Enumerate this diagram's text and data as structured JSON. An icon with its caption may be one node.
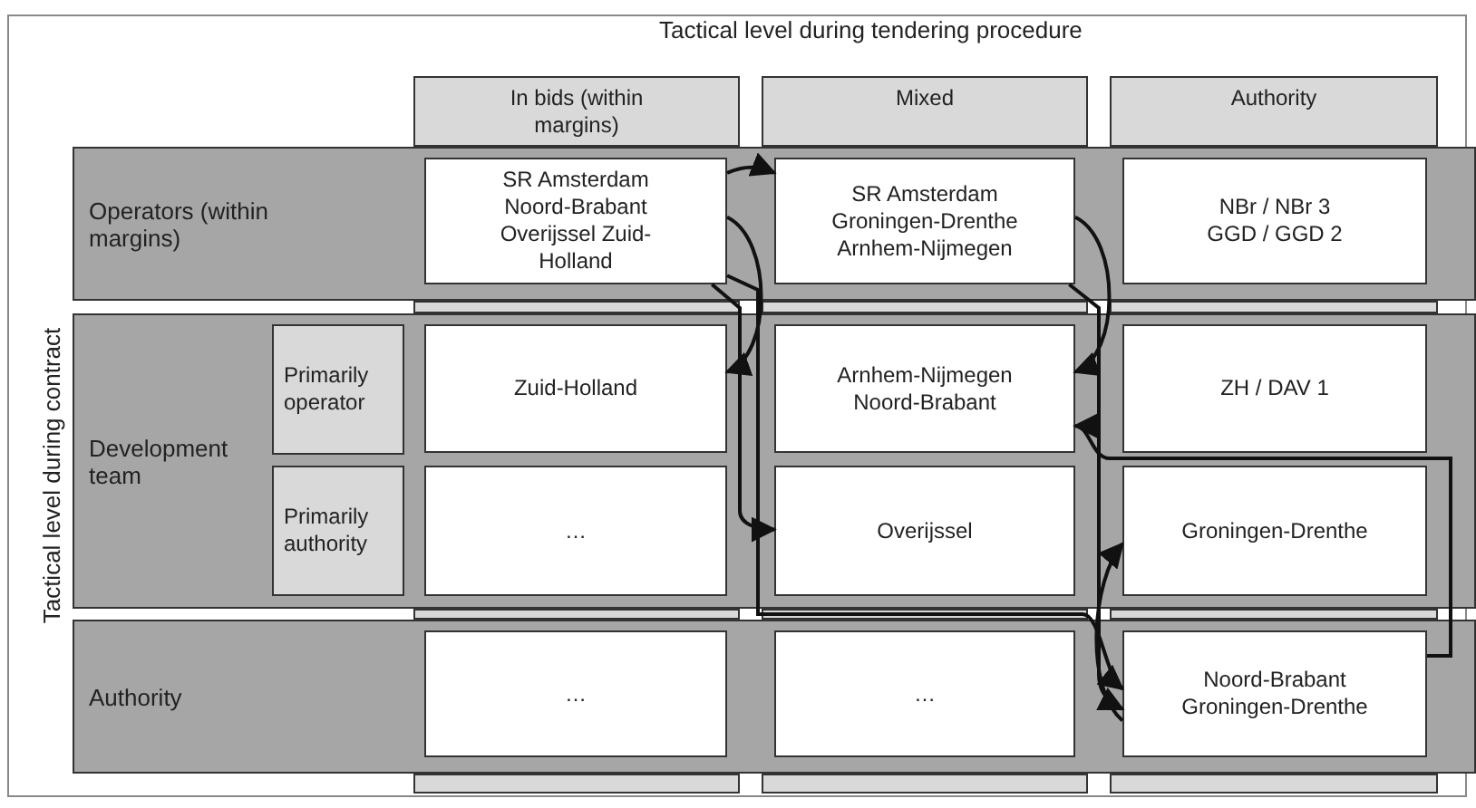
{
  "diagram": {
    "nodes": [
      {
        "text": [
          "In bids (within margins)"
        ]
      },
      {
        "text": [
          "Mixed"
        ]
      },
      {
        "text": [
          "Authority"
        ]
      },
      {
        "text": [
          "Operators (within margins)"
        ]
      },
      {
        "text": [
          "SR Amsterdam Noord-Brabant Overijssel Zuid-Holland"
        ],
        "in": 3
      },
      {
        "text": [
          "SR Amsterdam Groningen-Drenthe Arnhem-Nijmegen"
        ],
        "in": 3
      },
      {
        "text": [
          "NBr / NBr 3 GGD / GGD 2"
        ],
        "in": 3
      },
      {
        "text": [
          "Development team"
        ]
      },
      {
        "text": [
          "Primarily operator"
        ],
        "in": 7
      },
      {
        "text": [
          "Zuid-Holland"
        ],
        "in": 7
      },
      {
        "text": [
          "Arnhem-Nijmegen Noord-Brabant"
        ],
        "in": 7
      },
      {
        "text": [
          "ZH / DAV 1"
        ],
        "in": 7
      },
      {
        "text": [
          "Primarily authority"
        ],
        "in": 7
      },
      {
        "text": [
          "…"
        ],
        "in": 7
      },
      {
        "text": [
          "Overijssel"
        ],
        "in": 7
      },
      {
        "text": [
          "Groningen-Drenthe"
        ],
        "in": 7
      },
      {
        "text": [
          "Authority"
        ]
      },
      {
        "text": [
          "…"
        ],
        "in": 16
      },
      {
        "text": [
          "…"
        ],
        "in": 16
      },
      {
        "text": [
          "Noord-Brabant Groningen-Drenthe"
        ],
        "in": 16
      }
    ],
    "edges": [
      {
        "from": 4,
        "to": 5,
        "arrow": "to"
      },
      {
        "from": 4,
        "to": 9,
        "arrow": "to"
      },
      {
        "from": 5,
        "to": 10,
        "arrow": "to"
      },
      {
        "from": 4,
        "to": 14,
        "arrow": "to"
      },
      {
        "from": 4,
        "to": 19,
        "arrow": "to"
      },
      {
        "from": 5,
        "to": 19,
        "arrow": "to"
      },
      {
        "from": 19,
        "to": 10,
        "arrow": "to"
      },
      {
        "from": 19,
        "to": 15,
        "arrow": "to"
      }
    ],
    "labels": [
      "Tactical level during tendering procedure",
      "Tactical level during contract"
    ]
  }
}
